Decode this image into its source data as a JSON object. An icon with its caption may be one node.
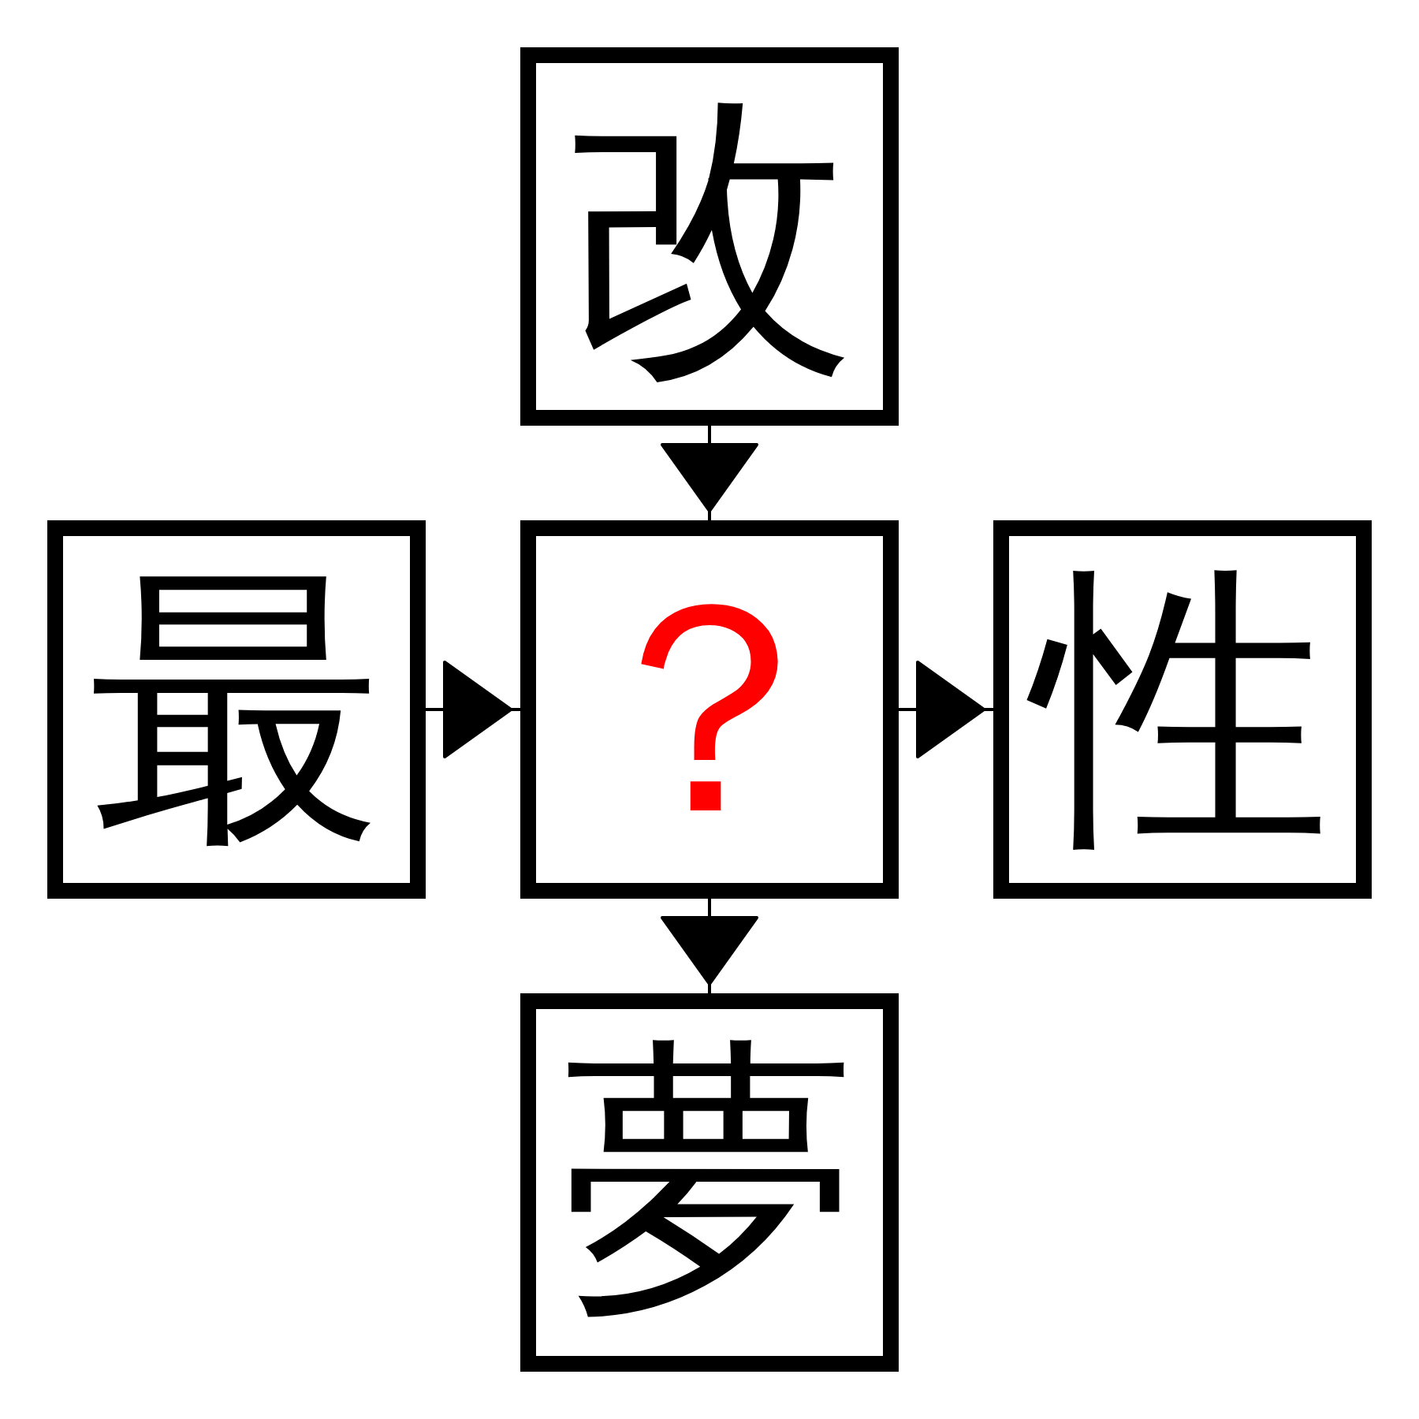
{
  "diagram": {
    "nodes": [
      {
        "text": [
          "改"
        ]
      },
      {
        "text": [
          "最"
        ]
      },
      {
        "text": [
          "？"
        ]
      },
      {
        "text": [
          "性"
        ]
      },
      {
        "text": [
          "夢"
        ]
      }
    ],
    "edges": [
      {
        "from": 0,
        "to": 2,
        "arrow": "to"
      },
      {
        "from": 1,
        "to": 2,
        "arrow": "to"
      },
      {
        "from": 2,
        "to": 3,
        "arrow": "to"
      },
      {
        "from": 2,
        "to": 4,
        "arrow": "to"
      }
    ]
  }
}
